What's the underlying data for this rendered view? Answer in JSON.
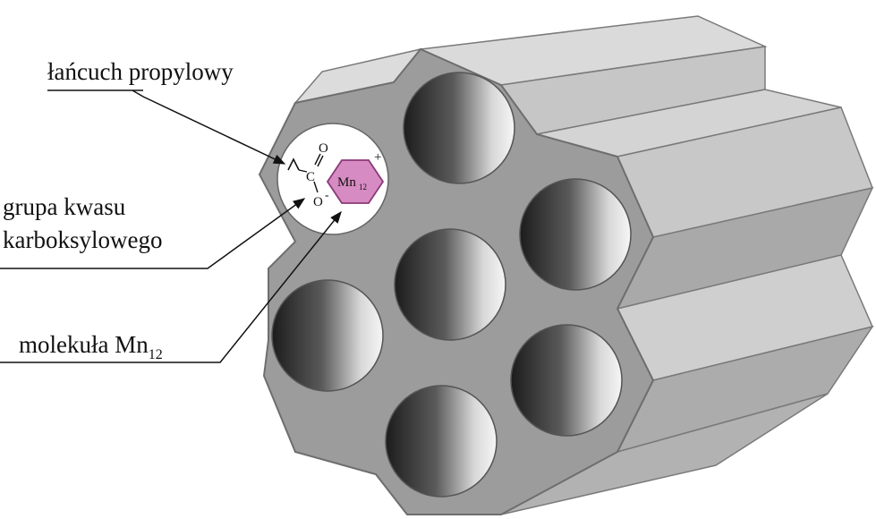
{
  "labels": {
    "propyl_chain": "łańcuch propylowy",
    "carboxyl_line1": "grupa kwasu",
    "carboxyl_line2": "karboksylowego",
    "molecule_main": "molekuła Mn",
    "molecule_sub": "12"
  },
  "chem": {
    "oxygen_top": "O",
    "carbon": "C",
    "oxygen_bottom": "O",
    "minus": "-",
    "plus": "+",
    "mn": "Mn",
    "mn_sub": "12"
  },
  "colors": {
    "face": "#9a9a9a",
    "block_top": "#d9d9d9",
    "block_side": "#b4b4b4",
    "block_under": "#a6a6a6",
    "pore_dark": "#1e1e1e",
    "pore_light": "#f4f4f4",
    "mn_fill": "#d68bc2",
    "mn_stroke": "#8a3a77"
  }
}
